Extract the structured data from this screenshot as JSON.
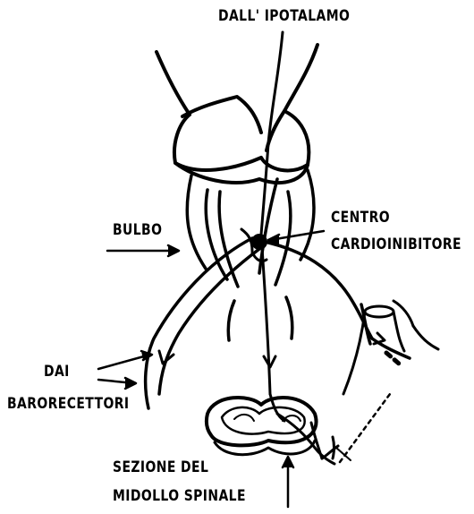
{
  "labels": {
    "hypothalamus": "DALL' IPOTALAMO",
    "bulb": "BULBO",
    "center_line1": "CENTRO",
    "center_line2": "CARDIOINIBITORE",
    "baro_line1": "DAI",
    "baro_line2": "BARORECETTORI",
    "section_line1": "SEZIONE DEL",
    "section_line2": "MIDOLLO SPINALE"
  },
  "colors": {
    "ink": "#000000",
    "background": "#ffffff"
  }
}
